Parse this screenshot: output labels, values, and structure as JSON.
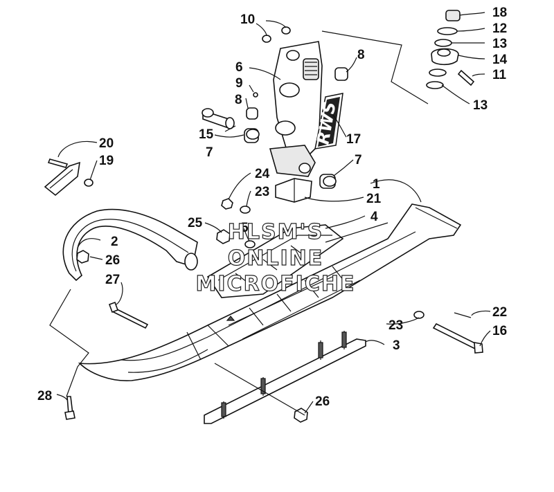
{
  "diagram": {
    "callouts": [
      "1",
      "2",
      "3",
      "4",
      "5",
      "6",
      "7",
      "7",
      "8",
      "8",
      "9",
      "10",
      "11",
      "12",
      "13",
      "13",
      "14",
      "15",
      "16",
      "17",
      "18",
      "19",
      "20",
      "21",
      "22",
      "23",
      "23",
      "24",
      "25",
      "26",
      "26",
      "27",
      "28"
    ],
    "watermark": [
      "HLSM'S",
      "ONLINE",
      "MICROFICHE"
    ],
    "logo_text": "RWS"
  }
}
